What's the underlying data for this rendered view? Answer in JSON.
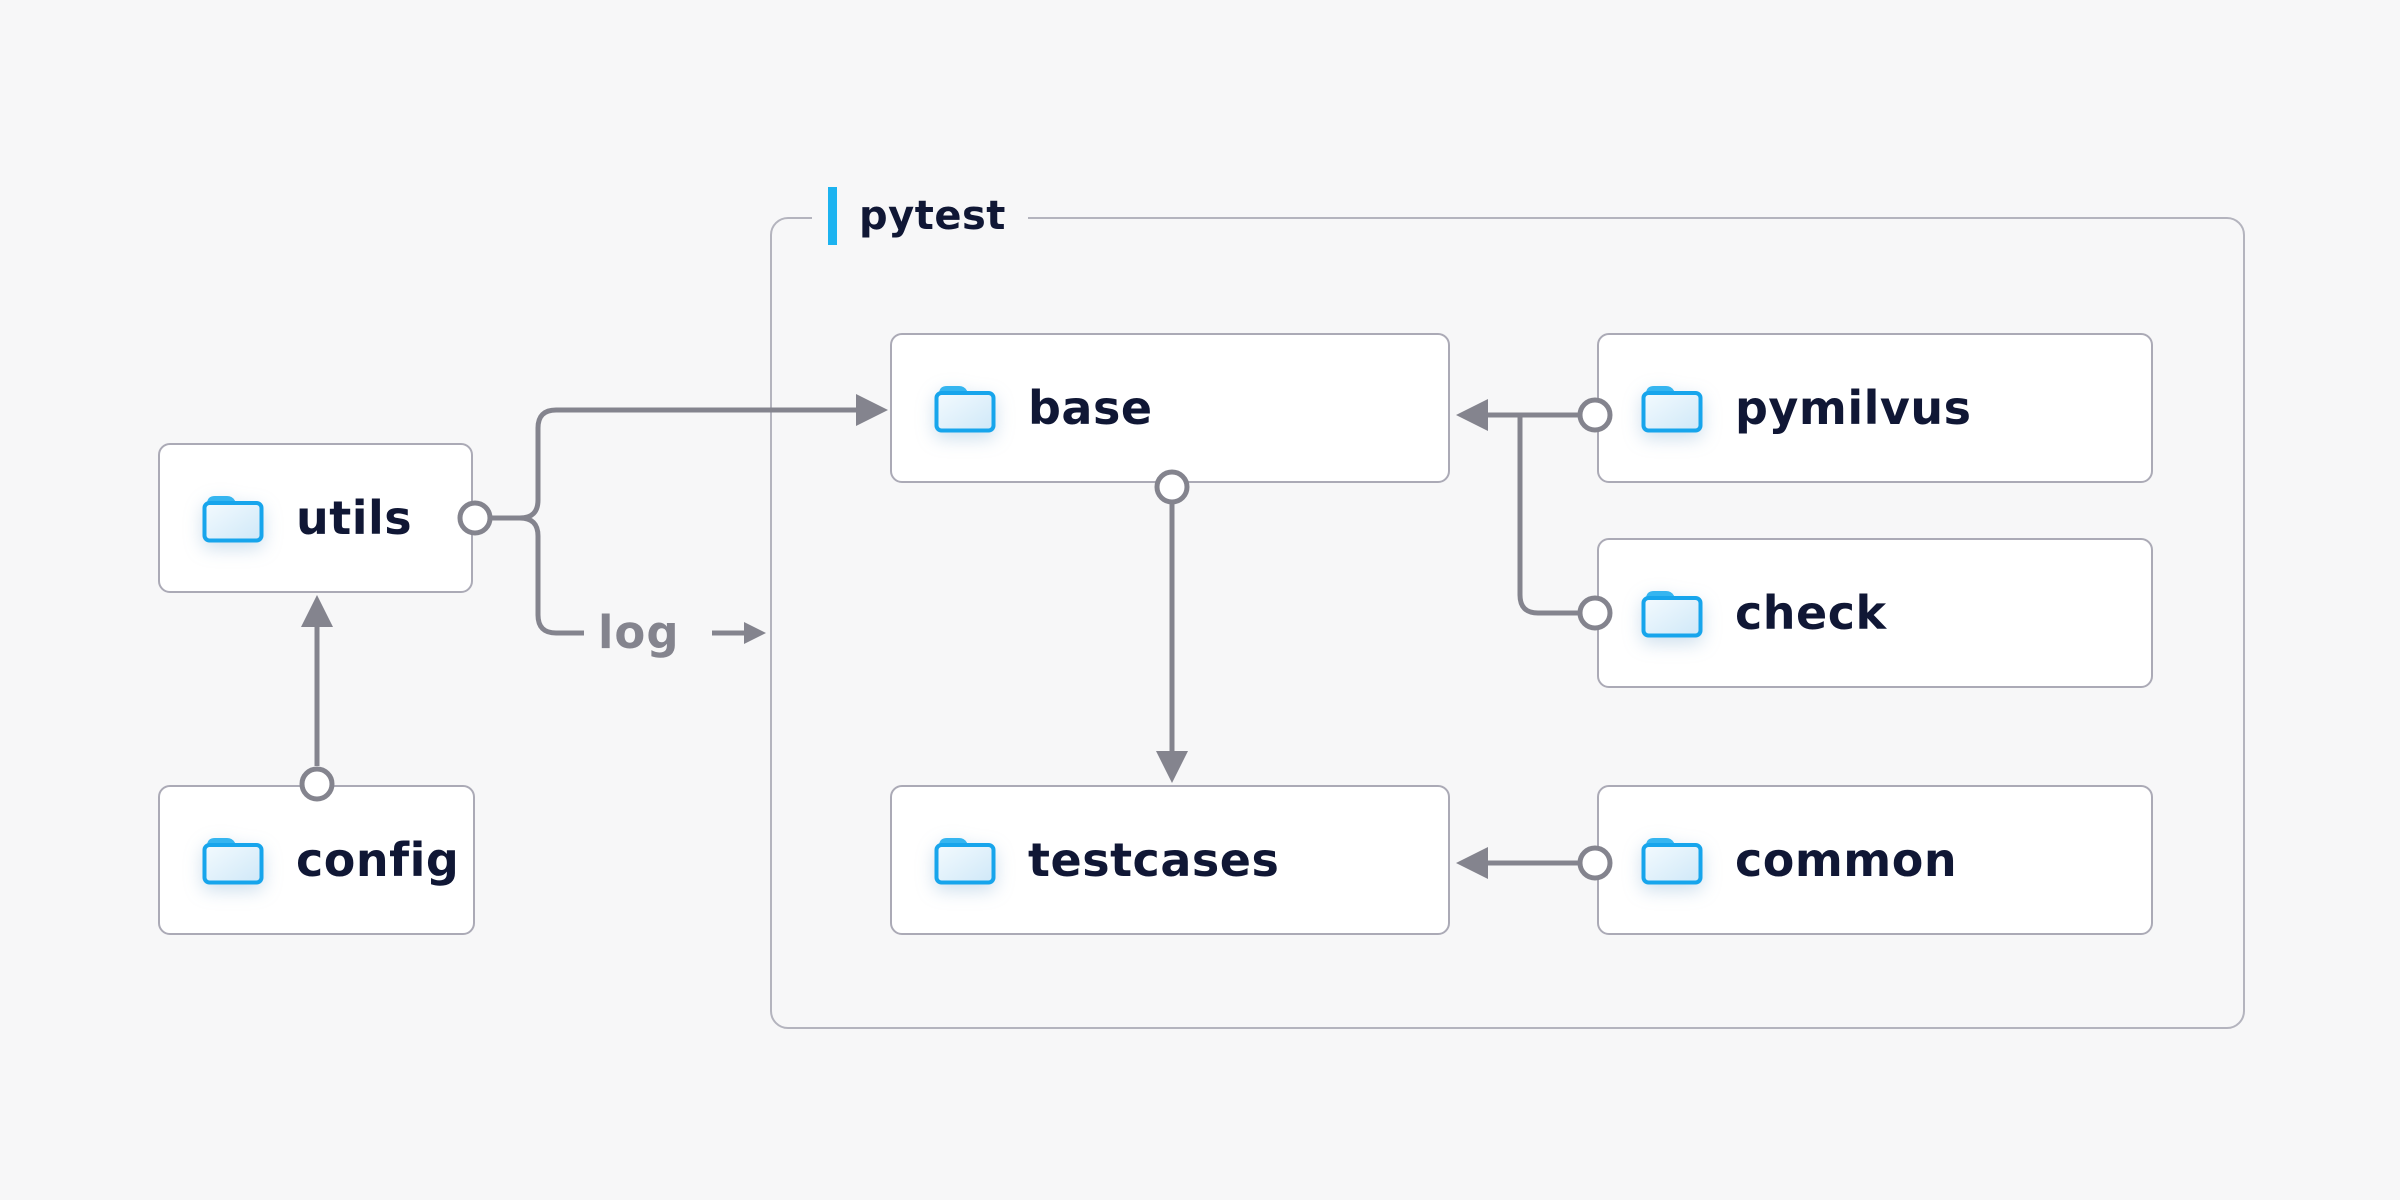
{
  "diagram": {
    "group": {
      "label": "pytest"
    },
    "nodes": [
      {
        "id": "utils",
        "label": "utils"
      },
      {
        "id": "config",
        "label": "config"
      },
      {
        "id": "base",
        "label": "base"
      },
      {
        "id": "testcases",
        "label": "testcases"
      },
      {
        "id": "pymilvus",
        "label": "pymilvus"
      },
      {
        "id": "check",
        "label": "check"
      },
      {
        "id": "common",
        "label": "common"
      }
    ],
    "annotations": {
      "log_label": "log"
    },
    "connections": [
      {
        "from": "config",
        "to": "utils"
      },
      {
        "from": "utils",
        "to": "base"
      },
      {
        "from": "utils",
        "to": "log"
      },
      {
        "from": "base",
        "to": "testcases"
      },
      {
        "from": "pymilvus",
        "to": "base"
      },
      {
        "from": "check",
        "to": "base"
      },
      {
        "from": "common",
        "to": "testcases"
      }
    ],
    "colors": {
      "background": "#f7f7f8",
      "accent_blue": "#1cb3f0",
      "folder_blue": "#17a5ec",
      "text_navy": "#101735",
      "connector_gray": "#84848e",
      "node_border": "#abaab6",
      "group_border": "#b4b4be"
    }
  }
}
